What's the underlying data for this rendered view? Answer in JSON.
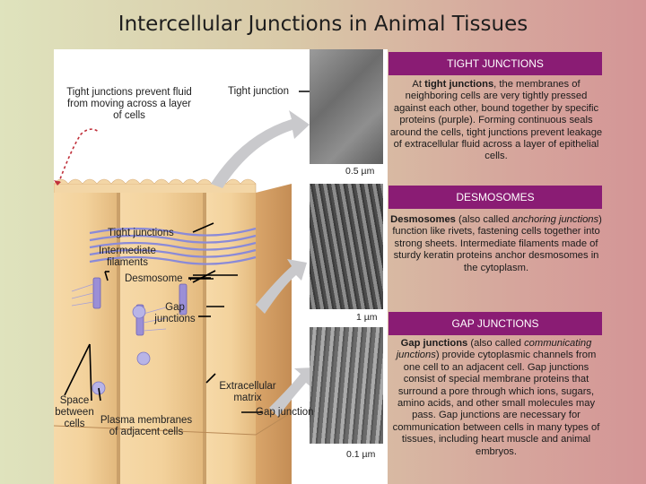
{
  "title": "Intercellular Junctions in Animal Tissues",
  "figure": {
    "labels": {
      "tight_prevent": "Tight junctions prevent fluid from moving across a layer of cells",
      "tight_junction": "Tight junction",
      "tight_junctions": "Tight junctions",
      "intermediate_filaments": "Intermediate filaments",
      "desmosome": "Desmosome",
      "gap_junctions": "Gap junctions",
      "extracellular_matrix": "Extracellular matrix",
      "gap_junction": "Gap junction",
      "space_between": "Space between cells",
      "plasma_membranes": "Plasma membranes of adjacent cells"
    },
    "scales": [
      "0.5 µm",
      "1 µm",
      "0.1 µm"
    ]
  },
  "sections": {
    "tight": {
      "header": "TIGHT JUNCTIONS",
      "lead": "At ",
      "term": "tight junctions",
      "body": ", the membranes of neighboring cells are very tightly pressed against each other, bound together by specific proteins (purple). Forming continuous seals around the cells, tight junctions prevent leakage of extracellular fluid across a layer of epithelial cells."
    },
    "desmosomes": {
      "header": "DESMOSOMES",
      "term": "Desmosomes",
      "mid1": " (also called ",
      "alt": "anchoring junctions",
      "body": ") function like rivets, fastening cells together into strong sheets. Intermediate filaments made of sturdy keratin proteins anchor desmosomes in the cytoplasm."
    },
    "gap": {
      "header": "GAP JUNCTIONS",
      "term": "Gap junctions",
      "mid1": " (also called ",
      "alt": "communicating junctions",
      "body": ") provide cytoplasmic channels from one cell to an adjacent cell. Gap junctions consist of special membrane proteins that surround a pore through which ions, sugars, amino acids, and other small molecules may pass. Gap junctions are necessary for communication between cells in many types of tissues, including heart muscle and animal embryos."
    }
  },
  "colors": {
    "header_bg": "#8a1c74",
    "cell_fill": "#f0cf9a",
    "protein": "#8a8ad8"
  }
}
